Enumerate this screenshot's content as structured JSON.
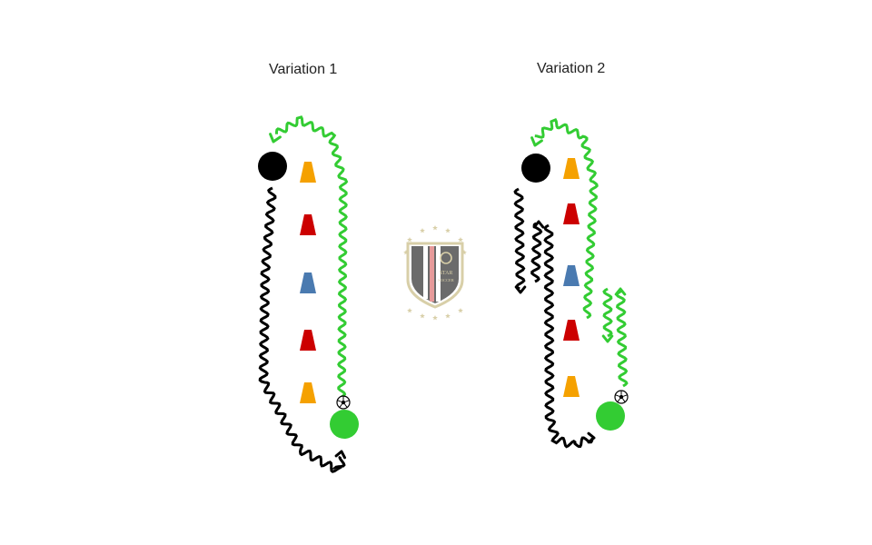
{
  "titles": {
    "variation_1": "Variation 1",
    "variation_2": "Variation 2"
  },
  "logo": {
    "text_line_1": "STAR",
    "text_line_2": "SOCCER"
  },
  "colors": {
    "cone_orange": "#f5a100",
    "cone_red": "#cc0000",
    "cone_blue": "#4a7ab0",
    "path_green": "#33cc33",
    "path_black": "#000000",
    "start_black": "#000000",
    "start_green": "#33cc33"
  },
  "variation_1": {
    "cones": [
      "orange",
      "red",
      "blue",
      "red",
      "orange"
    ]
  },
  "variation_2": {
    "cones": [
      "orange",
      "red",
      "blue",
      "red",
      "orange"
    ]
  }
}
